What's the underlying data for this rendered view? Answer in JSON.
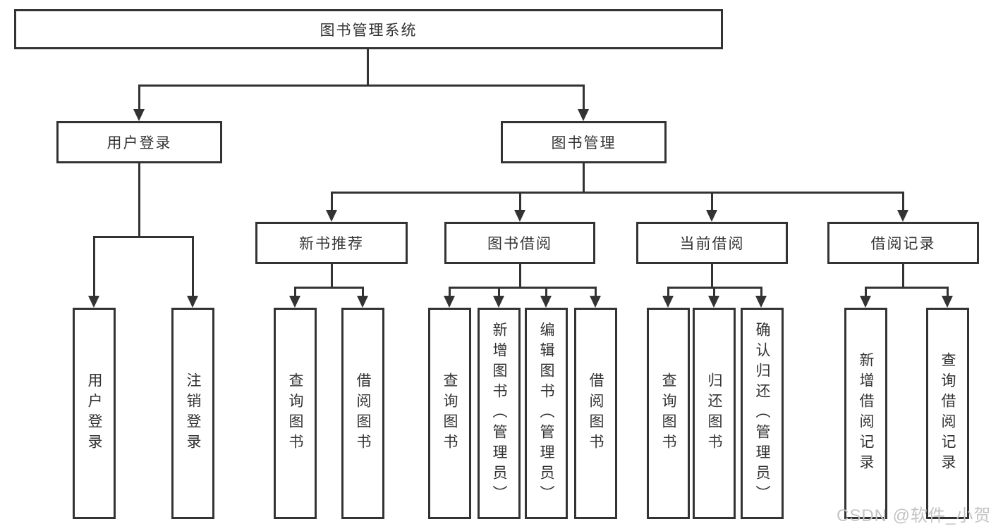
{
  "colors": {
    "line": "#333333",
    "text": "#333333",
    "background": "#ffffff",
    "watermark": "#c3c3c3"
  },
  "watermark": {
    "text": "CSDN @软件_小贺同学"
  },
  "tree": {
    "root": {
      "label": "图书管理系统"
    },
    "branches": [
      {
        "label": "用户登录",
        "children": [
          {
            "label": "用户登录"
          },
          {
            "label": "注销登录"
          }
        ]
      },
      {
        "label": "图书管理",
        "children": [
          {
            "label": "新书推荐",
            "children": [
              {
                "label": "查询图书"
              },
              {
                "label": "借阅图书"
              }
            ]
          },
          {
            "label": "图书借阅",
            "children": [
              {
                "label": "查询图书"
              },
              {
                "label": "新增图书（管理员）"
              },
              {
                "label": "编辑图书（管理员）"
              },
              {
                "label": "借阅图书"
              }
            ]
          },
          {
            "label": "当前借阅",
            "children": [
              {
                "label": "查询图书"
              },
              {
                "label": "归还图书"
              },
              {
                "label": "确认归还（管理员）"
              }
            ]
          },
          {
            "label": "借阅记录",
            "children": [
              {
                "label": "新增借阅记录"
              },
              {
                "label": "查询借阅记录"
              }
            ]
          }
        ]
      }
    ]
  }
}
